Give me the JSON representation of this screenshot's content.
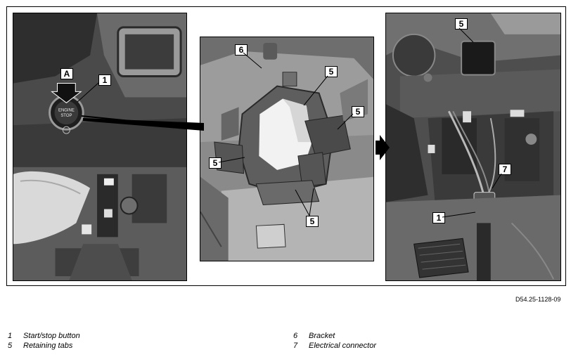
{
  "callouts": {
    "left_A": "A",
    "left_1": "1",
    "mid_6": "6",
    "mid_5a": "5",
    "mid_5b": "5",
    "mid_5c": "5",
    "mid_5d": "5",
    "right_5": "5",
    "right_7": "7",
    "right_1": "1"
  },
  "button_text": {
    "line1": "ENGINE",
    "line2": "STOP"
  },
  "figure_ref": "D54.25-1128-09",
  "legend": [
    {
      "num": "1",
      "text": "Start/stop button"
    },
    {
      "num": "5",
      "text": "Retaining tabs"
    },
    {
      "num": "6",
      "text": "Bracket"
    },
    {
      "num": "7",
      "text": "Electrical connector"
    }
  ],
  "colors": {
    "frame": "#000000",
    "photo_dark": "#3a3a3a",
    "photo_mid": "#7a7a7a",
    "photo_light": "#c8c8c8"
  }
}
